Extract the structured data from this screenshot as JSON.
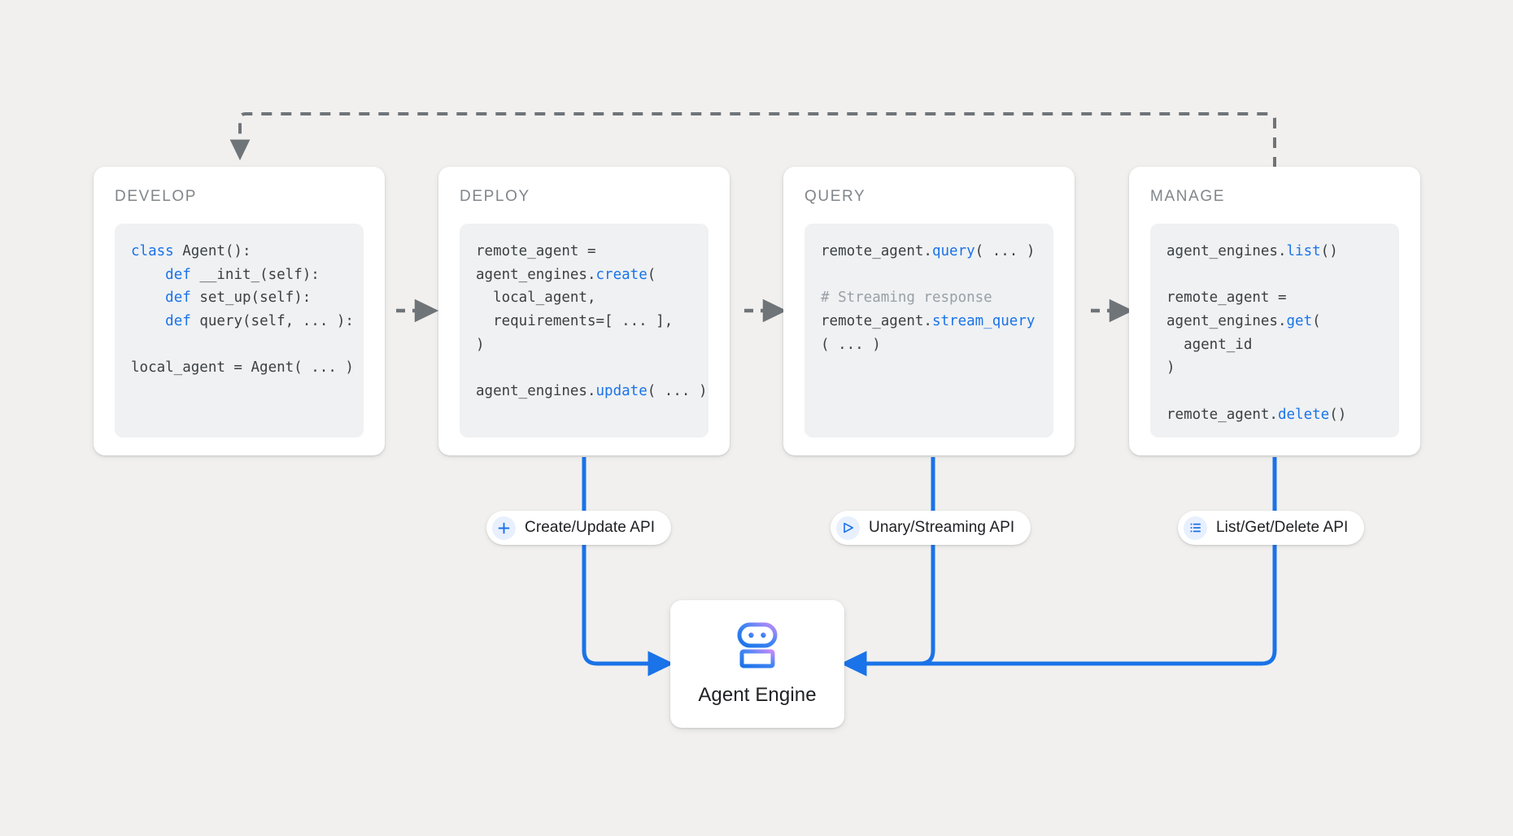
{
  "background_color": "#f1f0ee",
  "accent_color": "#1a73e8",
  "flow": {
    "feedback_arrow_style": "dashed",
    "stage_arrow_style": "dashed"
  },
  "stages": [
    {
      "title": "DEVELOP",
      "code_lines": [
        [
          {
            "t": "class ",
            "c": "kw"
          },
          {
            "t": "Agent():",
            "c": ""
          }
        ],
        [
          {
            "t": "    ",
            "c": ""
          },
          {
            "t": "def ",
            "c": "kw"
          },
          {
            "t": "__init_(self):",
            "c": ""
          }
        ],
        [
          {
            "t": "    ",
            "c": ""
          },
          {
            "t": "def ",
            "c": "kw"
          },
          {
            "t": "set_up(self):",
            "c": ""
          }
        ],
        [
          {
            "t": "    ",
            "c": ""
          },
          {
            "t": "def ",
            "c": "kw"
          },
          {
            "t": "query(self, ... ):",
            "c": ""
          }
        ],
        [
          {
            "t": "",
            "c": ""
          }
        ],
        [
          {
            "t": "local_agent = Agent( ... )",
            "c": ""
          }
        ]
      ]
    },
    {
      "title": "DEPLOY",
      "code_lines": [
        [
          {
            "t": "remote_agent =",
            "c": ""
          }
        ],
        [
          {
            "t": "agent_engines.",
            "c": ""
          },
          {
            "t": "create",
            "c": "fn"
          },
          {
            "t": "(",
            "c": ""
          }
        ],
        [
          {
            "t": "  local_agent,",
            "c": ""
          }
        ],
        [
          {
            "t": "  requirements=[ ... ],",
            "c": ""
          }
        ],
        [
          {
            "t": ")",
            "c": ""
          }
        ],
        [
          {
            "t": "",
            "c": ""
          }
        ],
        [
          {
            "t": "agent_engines.",
            "c": ""
          },
          {
            "t": "update",
            "c": "fn"
          },
          {
            "t": "( ... )",
            "c": ""
          }
        ]
      ]
    },
    {
      "title": "QUERY",
      "code_lines": [
        [
          {
            "t": "remote_agent.",
            "c": ""
          },
          {
            "t": "query",
            "c": "fn"
          },
          {
            "t": "( ... )",
            "c": ""
          }
        ],
        [
          {
            "t": "",
            "c": ""
          }
        ],
        [
          {
            "t": "# Streaming response",
            "c": "cm"
          }
        ],
        [
          {
            "t": "remote_agent.",
            "c": ""
          },
          {
            "t": "stream_query",
            "c": "fn"
          }
        ],
        [
          {
            "t": "( ... )",
            "c": ""
          }
        ]
      ]
    },
    {
      "title": "MANAGE",
      "code_lines": [
        [
          {
            "t": "agent_engines.",
            "c": ""
          },
          {
            "t": "list",
            "c": "fn"
          },
          {
            "t": "()",
            "c": ""
          }
        ],
        [
          {
            "t": "",
            "c": ""
          }
        ],
        [
          {
            "t": "remote_agent =",
            "c": ""
          }
        ],
        [
          {
            "t": "agent_engines.",
            "c": ""
          },
          {
            "t": "get",
            "c": "fn"
          },
          {
            "t": "(",
            "c": ""
          }
        ],
        [
          {
            "t": "  agent_id",
            "c": ""
          }
        ],
        [
          {
            "t": ")",
            "c": ""
          }
        ],
        [
          {
            "t": "",
            "c": ""
          }
        ],
        [
          {
            "t": "remote_agent.",
            "c": ""
          },
          {
            "t": "delete",
            "c": "fn"
          },
          {
            "t": "()",
            "c": ""
          }
        ]
      ]
    }
  ],
  "api_pills": [
    {
      "label": "Create/Update API",
      "icon": "plus-icon"
    },
    {
      "label": "Unary/Streaming API",
      "icon": "send-icon"
    },
    {
      "label": "List/Get/Delete API",
      "icon": "list-icon"
    }
  ],
  "agent_engine": {
    "label": "Agent Engine",
    "icon": "robot-icon",
    "icon_gradient_from": "#1a73e8",
    "icon_gradient_to": "#c58af9"
  }
}
